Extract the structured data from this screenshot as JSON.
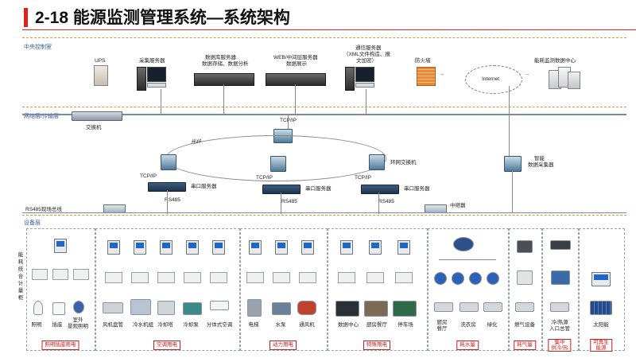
{
  "title": "2-18 能源监测管理系统—系统架构",
  "zones": {
    "central": "中央控制室",
    "network": "网络层/传输层",
    "device": "设备层"
  },
  "central": {
    "ups": "UPS",
    "collector": "采集服务器",
    "db_line1": "数据库服务器",
    "db_line2": "数据存储、数据分析",
    "web_line1": "WEB/中间层服务器",
    "web_line2": "数据展示",
    "comm_line1": "通信服务器",
    "comm_line2": "（XML文件构造、报",
    "comm_line3": "文加密）",
    "firewall": "防火墙",
    "internet": "Internet",
    "center": "能耗监测数据中心"
  },
  "network": {
    "switch": "交换机",
    "tcpip": "TCP/IP",
    "fiber": "光纤",
    "ring_switch": "环网交换机",
    "serial_server": "串口服务器",
    "rs485": "RS485",
    "rs485_bus": "RS485现场总线",
    "repeater": "中继器",
    "smart_collector_1": "智能",
    "smart_collector_2": "数据采集器"
  },
  "vertical_label": [
    "能",
    "耗",
    "统",
    "合",
    "计",
    "量",
    "柜"
  ],
  "groups": [
    {
      "tag": "照明插座用电",
      "labels": [
        "照明",
        "插座",
        "室外",
        "景观照明"
      ]
    },
    {
      "tag": "空调用电",
      "labels": [
        "风机盘管",
        "冷水机组",
        "冷却塔",
        "冷却泵",
        "分体式空调"
      ]
    },
    {
      "tag": "动力用电",
      "labels": [
        "电梯",
        "水泵",
        "通风机"
      ]
    },
    {
      "tag": "特殊用电",
      "labels": [
        "数据中心",
        "厨房餐厅",
        "停车场"
      ]
    },
    {
      "tag": "耗水量",
      "labels": [
        "厨房",
        "餐厅",
        "洗衣房",
        "绿化"
      ]
    },
    {
      "tag": "耗气量",
      "labels": [
        "燃气设备"
      ]
    },
    {
      "tag_line1": "集中",
      "tag_line2": "供冷/热",
      "labels": [
        "冷/热源",
        "入口总管"
      ]
    },
    {
      "tag_line1": "可再生",
      "tag_line2": "能源",
      "labels": [
        "太阳能"
      ]
    }
  ]
}
